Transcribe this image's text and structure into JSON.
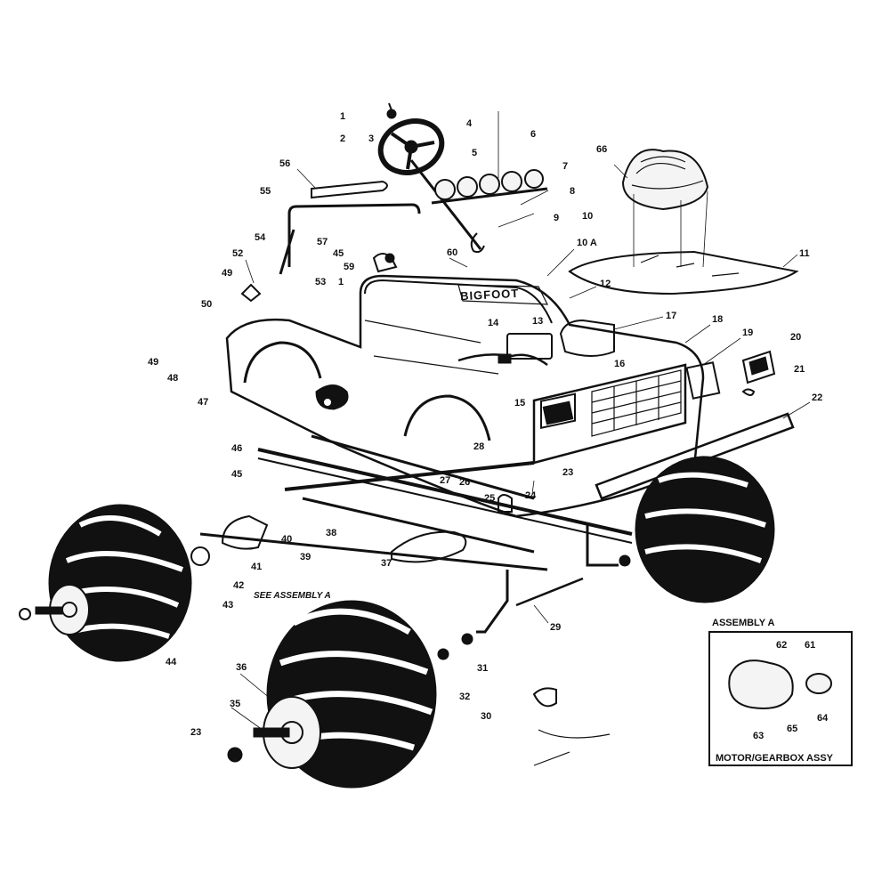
{
  "diagram": {
    "decal_text": "BIGFOOT",
    "see_assembly_label": "SEE ASSEMBLY A",
    "inset": {
      "heading": "ASSEMBLY A",
      "caption": "MOTOR/GEARBOX ASSY"
    },
    "callouts": {
      "c1": "1",
      "c2": "2",
      "c3": "3",
      "c4": "4",
      "c5": "5",
      "c6": "6",
      "c7": "7",
      "c8": "8",
      "c9": "9",
      "c10": "10",
      "c10a": "10 A",
      "c11": "11",
      "c12": "12",
      "c13": "13",
      "c14": "14",
      "c15": "15",
      "c16": "16",
      "c17": "17",
      "c18": "18",
      "c19": "19",
      "c20": "20",
      "c21": "21",
      "c22": "22",
      "c23a": "23",
      "c23b": "23",
      "c24": "24",
      "c25": "25",
      "c26": "26",
      "c27": "27",
      "c28": "28",
      "c29": "29",
      "c30": "30",
      "c31": "31",
      "c32": "32",
      "c35": "35",
      "c36": "36",
      "c37": "37",
      "c38": "38",
      "c39": "39",
      "c40": "40",
      "c41": "41",
      "c42": "42",
      "c43": "43",
      "c44": "44",
      "c45a": "45",
      "c45b": "45",
      "c46": "46",
      "c47": "47",
      "c48": "48",
      "c49a": "49",
      "c49b": "49",
      "c50": "50",
      "c51": "1",
      "c52": "52",
      "c53": "53",
      "c54": "54",
      "c55": "55",
      "c56": "56",
      "c57": "57",
      "c59": "59",
      "c60": "60",
      "c61": "61",
      "c62": "62",
      "c63": "63",
      "c64": "64",
      "c65": "65",
      "c66": "66"
    }
  }
}
